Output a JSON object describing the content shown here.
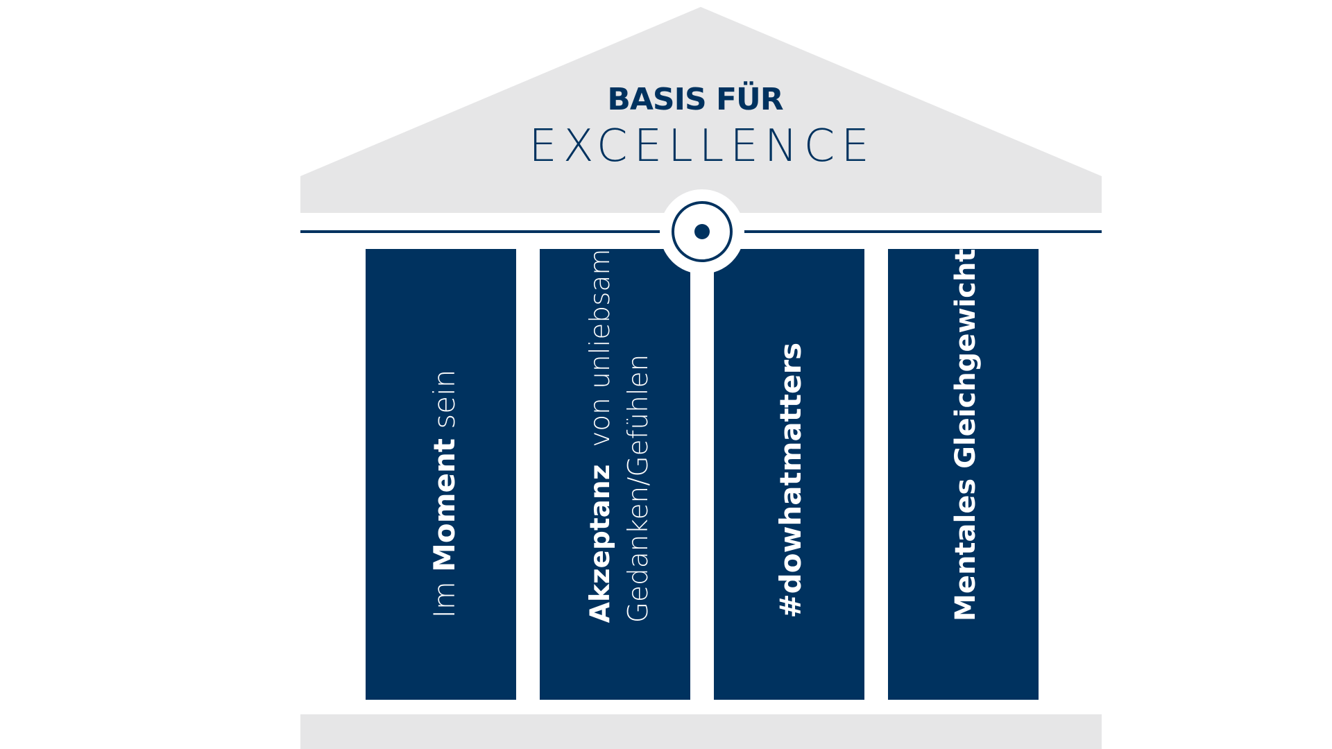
{
  "colors": {
    "navy": "#00325f",
    "roof_gray": "#e6e6e7",
    "background": "#ffffff"
  },
  "title": {
    "line1": "BASIS FÜR",
    "line2": "EXCELLENCE"
  },
  "pillars": [
    {
      "lines": [
        [
          {
            "text": "Im ",
            "weight": "light"
          },
          {
            "text": "Moment",
            "weight": "bold"
          },
          {
            "text": " sein",
            "weight": "light"
          }
        ]
      ]
    },
    {
      "lines": [
        [
          {
            "text": "Akzeptanz",
            "weight": "bold"
          },
          {
            "text": "  von unliebsamen",
            "weight": "light"
          }
        ],
        [
          {
            "text": "Gedanken/Gefühlen",
            "weight": "light"
          }
        ]
      ]
    },
    {
      "lines": [
        [
          {
            "text": "#dowhatmatters",
            "weight": "bold"
          }
        ]
      ]
    },
    {
      "lines": [
        [
          {
            "text": "Mentales Gleichgewicht",
            "weight": "bold"
          }
        ]
      ]
    }
  ],
  "icons": {
    "center_emblem": "target-icon"
  }
}
